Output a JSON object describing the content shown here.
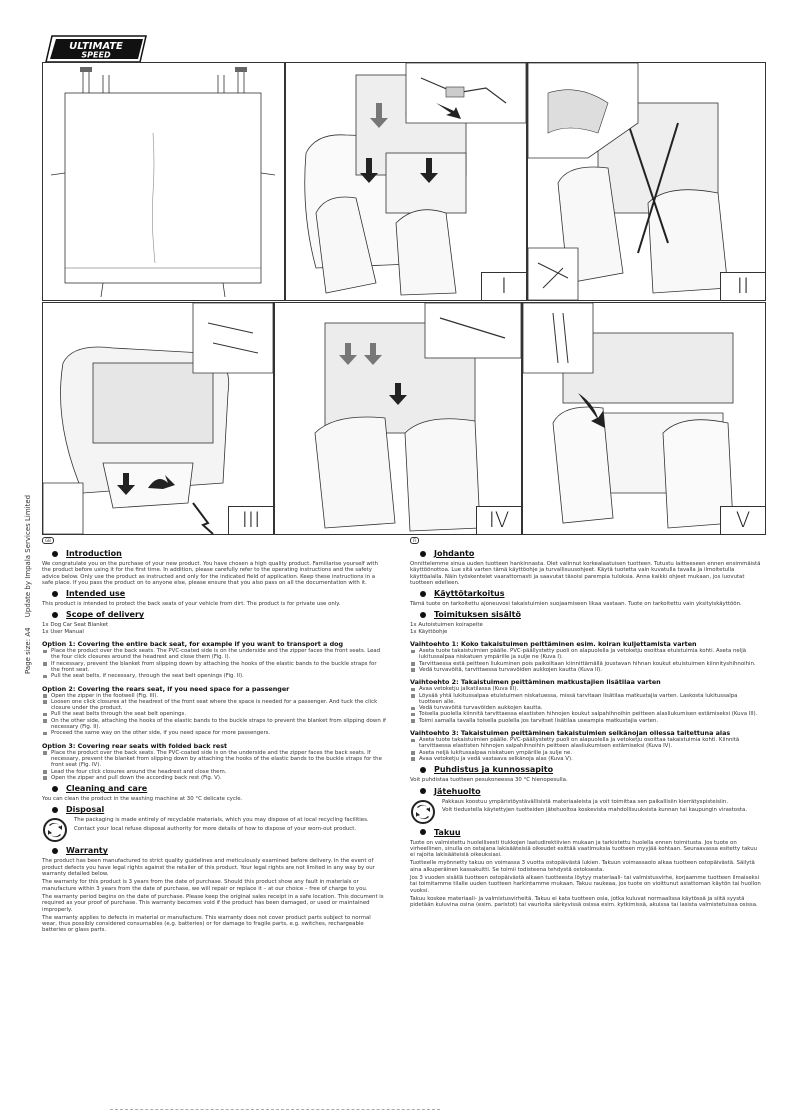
{
  "logo": {
    "line1": "ULTIMATE",
    "line2": "SPEED"
  },
  "side_text": {
    "page_size": "Page size: A4",
    "update": "Update by Impala Services Limited"
  },
  "panels": {
    "p1": "I",
    "p2": "II",
    "p3": "III",
    "p4": "IV",
    "p5": "V"
  },
  "en": {
    "lang": "GB",
    "intro_h": "Introduction",
    "intro_t": "We congratulate you on the purchase of your new product. You have chosen a high quality product. Familiarise yourself with the product before using it for the first time. In addition, please carefully refer to the operating instructions and the safety advice below. Only use the product as instructed and only for the indicated field of application. Keep these instructions in a safe place. If you pass the product on to anyone else, please ensure that you also pass on all the documentation with it.",
    "use_h": "Intended use",
    "use_t": "This product is intended to protect the back seats of your vehicle from dirt. The product is for private use only.",
    "del_h": "Scope of delivery",
    "del_1": "1x Dog Car Seat Blanket",
    "del_2": "1x User Manual",
    "o1_h": "Option 1: Covering the entire back seat, for example if you want to transport a dog",
    "o1_1": "Place the product over the back seats. The PVC-coated side is on the underside and the zipper faces the front seats. Lead the four click closures around the headrest and close them (Fig. I).",
    "o1_2": "If necessary, prevent the blanket from slipping down by attaching the hooks of the elastic bands to the buckle straps for the front seat.",
    "o1_3": "Pull the seat belts, if necessary, through the seat belt openings (Fig. II).",
    "o2_h": "Option 2: Covering the rears seat, if you need space for a passenger",
    "o2_1": "Open the zipper in the footwell (Fig. III).",
    "o2_2": "Loosen one click closures at the headrest of the front seat where the space is needed for a passenger. And tuck the click closure under the product.",
    "o2_3": "Pull the seat belts through the seat belt openings.",
    "o2_4": "On the other side, attaching the hooks of the elastic bands to the buckle straps to prevent the blanket from slipping down if necessary (Fig. II).",
    "o2_5": "Proceed the same way on the other side, if you need space for more passengers.",
    "o3_h": "Option 3: Covering rear seats with folded back rest",
    "o3_1": "Place the product over the back seats. The PVC-coated side is on the underside and the zipper faces the back seats. If necessary, prevent the blanket from slipping down by attaching the hooks of the elastic bands to the buckle straps for the front seat (Fig. IV).",
    "o3_2": "Lead the four click closures around the headrest and close them.",
    "o3_3": "Open the zipper and pull down the according back rest (Fig. V).",
    "clean_h": "Cleaning and care",
    "clean_t": "You can clean the product in the washing machine at 30 °C delicate cycle.",
    "disp_h": "Disposal",
    "disp_t1": "The packaging is made entirely of recyclable materials, which you may dispose of at local recycling facilities.",
    "disp_t2": "Contact your local refuse disposal authority for more details of how to dispose of your worn-out product.",
    "war_h": "Warranty",
    "war_1": "The product has been manufactured to strict quality guidelines and meticulously examined before delivery. In the event of product defects you have legal rights against the retailer of this product. Your legal rights are not limited in any way by our warranty detailed below.",
    "war_2": "The warranty for this product is 3 years from the date of purchase. Should this product show any fault in materials or manufacture within 3 years from the date of purchase, we will repair or replace it – at our choice – free of charge to you.",
    "war_3": "The warranty period begins on the date of purchase. Please keep the original sales receipt in a safe location. This document is required as your proof of purchase. This warranty becomes void if the product has been damaged, or used or maintained improperly.",
    "war_4": "The warranty applies to defects in material or manufacture. This warranty does not cover product parts subject to normal wear, thus possibly considered consumables (e.g. batteries) or for damage to fragile parts, e.g. switches, rechargeable batteries or glass parts."
  },
  "fi": {
    "lang": "FI",
    "intro_h": "Johdanto",
    "intro_t": "Onnittelemme sinua uuden tuotteen hankinnasta. Olet valinnut korkealaatuisen tuotteen. Tutustu laitteeseen ennen ensimmäistä käyttöönottoa. Lue sitä varten tämä käyttöohje ja turvallisuusohjeet. Käytä tuotetta vain kuvatulla tavalla ja ilmoitetulla käyttöalalla. Näin työskentelet vaarattomasti ja saavutat täsoisi parempia tuloksia. Anna kaikki ohjeet mukaan, jos luovutat tuotteen edelleen.",
    "use_h": "Käyttötarkoitus",
    "use_t": "Tämä tuote on tarkoitettu ajoneuvosi takaistuimien suojaamiseen likaa vastaan. Tuote on tarkoitettu vain yksityiskäyttöön.",
    "del_h": "Toimituksen sisältö",
    "del_1": "1x Autoistuimen koirapeite",
    "del_2": "1x Käyttöohje",
    "o1_h": "Vaihtoehto 1: Koko takaistuimen peittäminen esim. koiran kuljettamista varten",
    "o1_1": "Aseta tuote takaistuimien päälle. PVC-päällystetty puoli on alapuolella ja vetoketju osoittaa etuistuimia kohti. Aseta neljä lukitussalpaa niskatuen ympärille ja sulje ne (Kuva I).",
    "o1_2": "Tarvittaessa estä peitteen liukuminen pois paikoiltaan kiinnittämällä joustavan hihnan koukut etuistuimen kiinnityshihnoihin.",
    "o1_3": "Vedä turvavöitä, tarvittaessa turvavöiden aukkojen kautta (Kuva II).",
    "o2_h": "Vaihtoehto 2: Takaistuimen peittäminen matkustajien lisätilaa varten",
    "o2_1": "Avaa vetoketju jalkatilassa (Kuva III).",
    "o2_2": "Löysää yhtä lukitussalpaa etuistuimen niskatuessa, missä tarvitaan lisätilaa matkustajia varten. Laskosta lukitussalpa tuotteen alle.",
    "o2_3": "Vedä turvavöitä turvavöiden aukkojen kautta.",
    "o2_4": "Toisella puolella kiinnitä tarvittaessa elastisten hihnojen koukut salpahihnoihin peitteen alasliukumisen estämiseksi (Kuva III).",
    "o2_5": "Toimi samalla tavalla toisella puolella jos tarvitset lisätilaa useampia matkustajia varten.",
    "o3_h": "Vaihtoehto 3: Takaistuimen peittäminen takaistuimien selkänojan ollessa taitettuna alas",
    "o3_1": "Aseta tuote takaistuimien päälle. PVC-päällystetty puoli on alapuolella ja vetoketju osoittaa takaistuimia kohti. Kiinnitä tarvittaessa elastisten hihnojen salpahihnoihin peitteen alasliukumisen estämiseksi (Kuva IV).",
    "o3_2": "Aseta neljä lukitussalpaa niskatuen ympärille ja sulje ne.",
    "o3_3": "Avaa vetoketju ja vedä vastaava selkänoja alas (Kuva V).",
    "clean_h": "Puhdistus ja kunnossapito",
    "clean_t": "Voit puhdistaa tuotteen pesukoneessa 30 °C hienopesulla.",
    "disp_h": "Jätehuolto",
    "disp_t1": "Pakkaus koostuu ympäristöystävällisistä materiaaleista ja voit toimittaa sen paikallisiin kierrätyspisteisiin.",
    "disp_t2": "Voit tiedustella käytettyjen tuotteiden jätehuoltoa koskevista mahdollisuuksista kunnan tai kaupungin virastosta.",
    "war_h": "Takuu",
    "war_1": "Tuote on valmistettu huolellisesti tiukkojen laatudirektiivien mukaan ja tarkistettu huolella ennen toimitusta. Jos tuote on virheellinen, sinulla on ostajana lakisääteisiä oikeudet esittää vaatimuksia tuotteen myyjää kohtaan. Seuraavassa esitetty takuu ei rajoita lakisääteisiä oikeuksiasi.",
    "war_2": "Tuotteelle myönnetty takuu on voimassa 3 vuotta ostopäivästä lukien. Takuun voimassaolo alkaa tuotteen ostopäivästä. Säilytä aina alkuperäinen kassakuitti. Se toimii todisteena tehdystä ostoksesta.",
    "war_3": "Jos 3 vuoden sisällä tuotteen ostopäivästä alkaen tuotteesta löytyy materiaali- tai valmistusvirhe, korjaamme tuotteen ilmaiseksi tai toimitamme tilalle uuden tuotteen harkintamme mukaan. Takuu raukeaa, jos tuote on vioittunut asiattoman käytön tai huollon vuoksi.",
    "war_4": "Takuu koskee materiaali- ja valmistusvirheitä. Takuu ei kata tuotteen osia, jotka kuluvat normaalissa käytössä ja siitä syystä pidetään kuluvina osina (esim. paristot) tai vaurioita särkyvissä osissa esim. kytkimissä, akuissa tai lasista valmistetuissa osissa."
  }
}
